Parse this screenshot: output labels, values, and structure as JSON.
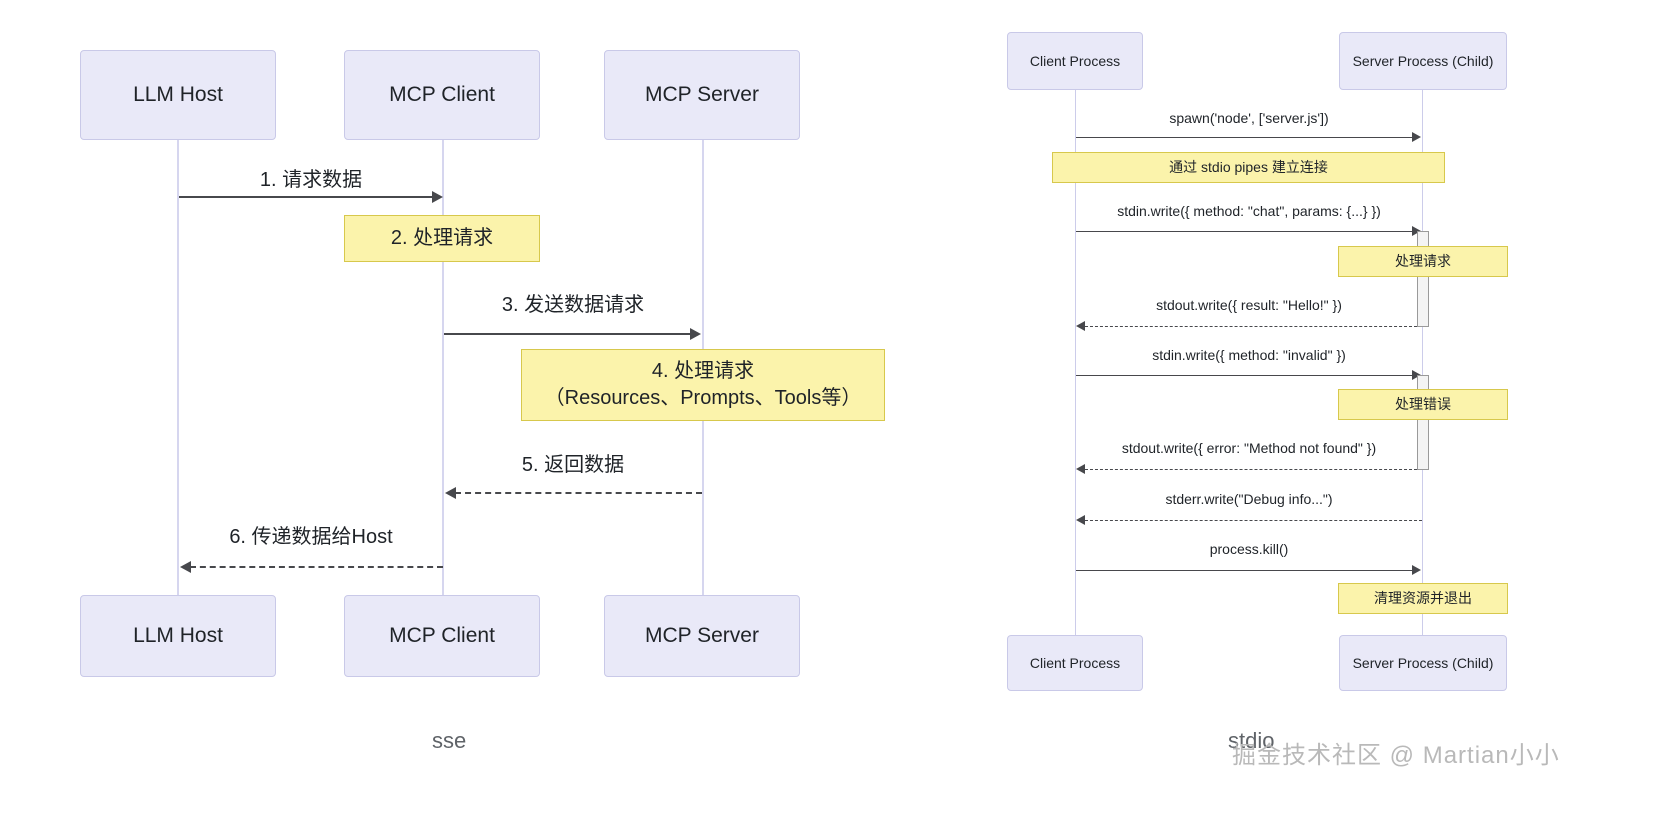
{
  "left_diagram": {
    "caption": "sse",
    "participants_top": [
      {
        "label": "LLM Host"
      },
      {
        "label": "MCP Client"
      },
      {
        "label": "MCP Server"
      }
    ],
    "participants_bottom": [
      {
        "label": "LLM Host"
      },
      {
        "label": "MCP Client"
      },
      {
        "label": "MCP Server"
      }
    ],
    "messages": [
      {
        "label": "1. 请求数据",
        "style": "solid",
        "direction": "right"
      },
      {
        "label": "3. 发送数据请求",
        "style": "solid",
        "direction": "right"
      },
      {
        "label": "5. 返回数据",
        "style": "dashed",
        "direction": "left"
      },
      {
        "label": "6. 传递数据给Host",
        "style": "dashed",
        "direction": "left"
      }
    ],
    "notes": [
      {
        "label": "2. 处理请求"
      },
      {
        "line1": "4. 处理请求",
        "line2": "（Resources、Prompts、Tools等）"
      }
    ]
  },
  "right_diagram": {
    "caption": "stdio",
    "participants_top": [
      {
        "label": "Client Process"
      },
      {
        "label": "Server Process (Child)"
      }
    ],
    "participants_bottom": [
      {
        "label": "Client Process"
      },
      {
        "label": "Server Process (Child)"
      }
    ],
    "messages": [
      {
        "label": "spawn('node', ['server.js'])",
        "style": "solid",
        "direction": "right"
      },
      {
        "label": "stdin.write({ method: \"chat\", params: {...} })",
        "style": "solid",
        "direction": "right"
      },
      {
        "label": "stdout.write({ result: \"Hello!\" })",
        "style": "dashed",
        "direction": "left"
      },
      {
        "label": "stdin.write({ method: \"invalid\" })",
        "style": "solid",
        "direction": "right"
      },
      {
        "label": "stdout.write({ error: \"Method not found\" })",
        "style": "dashed",
        "direction": "left"
      },
      {
        "label": "stderr.write(\"Debug info...\")",
        "style": "dashed",
        "direction": "left"
      },
      {
        "label": "process.kill()",
        "style": "solid",
        "direction": "right"
      }
    ],
    "notes": [
      {
        "label": "通过 stdio pipes 建立连接"
      },
      {
        "label": "处理请求"
      },
      {
        "label": "处理错误"
      },
      {
        "label": "清理资源并退出"
      }
    ]
  },
  "watermark": {
    "text": "掘金技术社区 @ Martian小小"
  },
  "colors": {
    "participant_fill": "#e9e9f8",
    "participant_border": "#c9c9e8",
    "note_fill": "#fbf3ab",
    "note_border": "#d7c84c",
    "line": "#47484c",
    "lifeline": "#d6d6ef",
    "text": "#1f2328",
    "caption": "#5f6368",
    "watermark": "#b9b9b9"
  }
}
